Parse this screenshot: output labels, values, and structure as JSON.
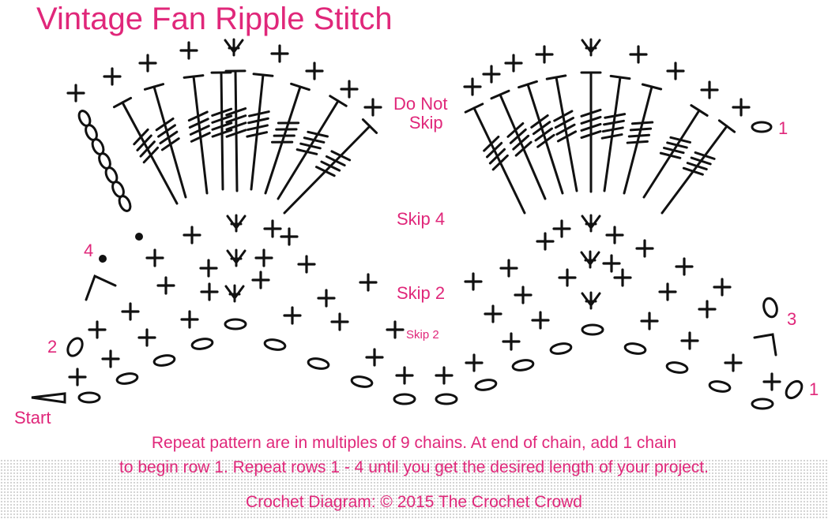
{
  "title": "Vintage Fan Ripple Stitch",
  "labels": {
    "do_not_skip": [
      "Do Not",
      "Skip"
    ],
    "skip4": "Skip 4",
    "skip2_upper": "Skip 2",
    "skip2_lower": "Skip 2",
    "start": "Start",
    "row1_right_top": "1",
    "row1_right_bottom": "1",
    "row2": "2",
    "row3": "3",
    "row4": "4"
  },
  "notes": {
    "line1": "Repeat pattern are in multiples of 9 chains. At end of chain, add 1 chain",
    "line2": "to begin row 1. Repeat rows 1 - 4 until you get the desired length of your project.",
    "credit": "Crochet Diagram: © 2015 The Crochet Crowd"
  },
  "colors": {
    "accent": "#e0277a",
    "stroke": "#111111"
  },
  "symbols": [
    "chain-oval",
    "single-crochet-cross",
    "slip-stitch-dot",
    "treble-crochet",
    "stitch-cluster",
    "start-arrow"
  ]
}
